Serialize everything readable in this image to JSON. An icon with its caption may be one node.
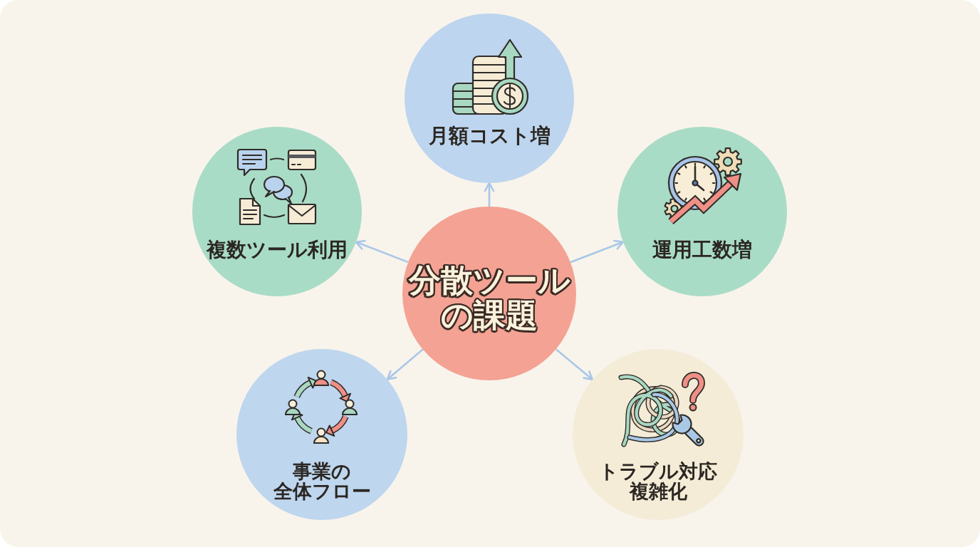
{
  "diagram": {
    "nodes": [
      {
        "text": [
          "分散ツールの課題"
        ]
      },
      {
        "text": [
          "月額コスト増"
        ]
      },
      {
        "text": [
          "複数ツール利用"
        ]
      },
      {
        "text": [
          "運用工数増"
        ]
      },
      {
        "text": [
          "事業の全体フロー"
        ]
      },
      {
        "text": [
          "トラブル対応複雑化"
        ]
      }
    ],
    "edges": [
      {
        "from": 0,
        "to": 1,
        "arrow": "to"
      },
      {
        "from": 0,
        "to": 2,
        "arrow": "to"
      },
      {
        "from": 0,
        "to": 3,
        "arrow": "to"
      },
      {
        "from": 0,
        "to": 4,
        "arrow": "to"
      },
      {
        "from": 0,
        "to": 5,
        "arrow": "to"
      }
    ]
  }
}
